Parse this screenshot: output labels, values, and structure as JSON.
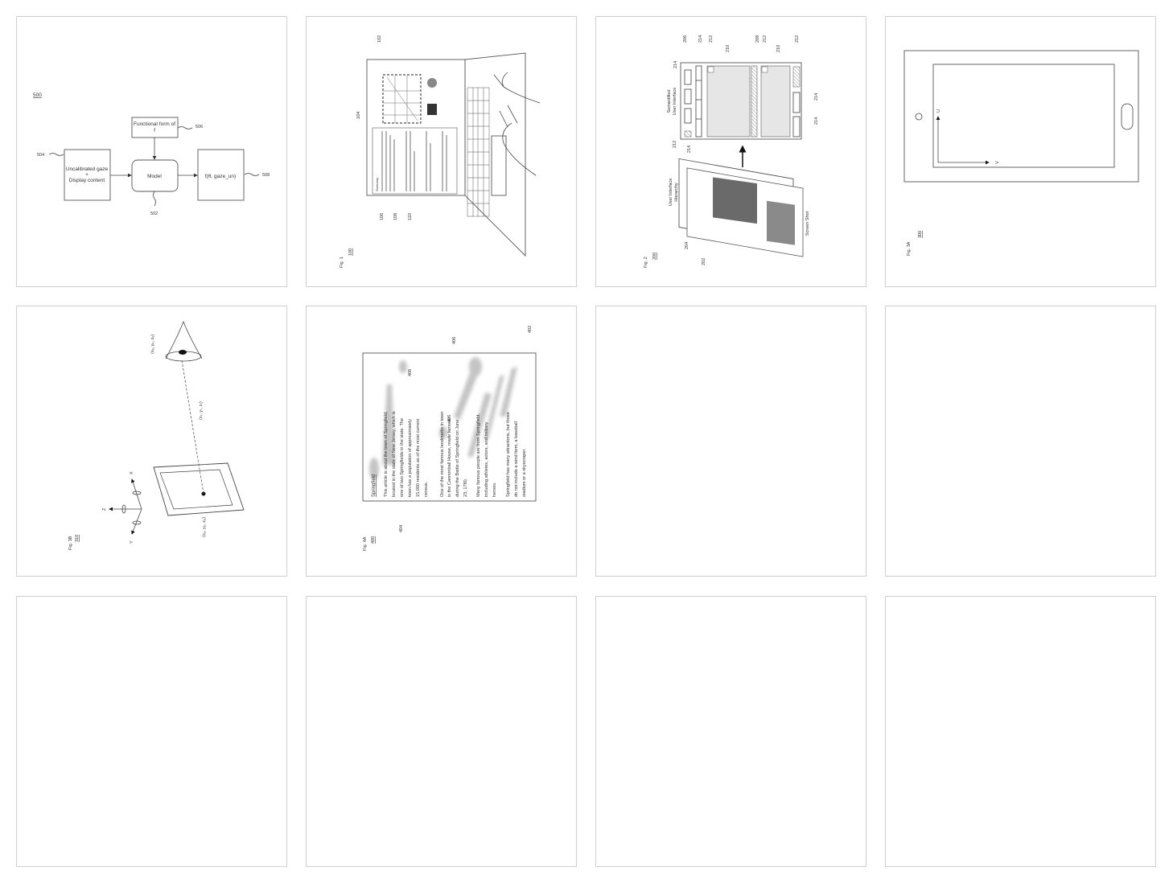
{
  "pages": [
    {
      "ref": "500",
      "boxes": {
        "functional": "Functional form of",
        "functional_2": "f",
        "input_1": "Uncalibrated gaze",
        "input_plus": "+",
        "input_2": "Display content",
        "model": "Model",
        "output": "f(θ, gaze_un)"
      },
      "labels": {
        "l504": "504",
        "l506": "506",
        "l508": "508",
        "l502": "502"
      }
    },
    {
      "fig": "Fig. 1",
      "ref": "100",
      "labels": {
        "l102": "102",
        "l104": "104",
        "l106": "106",
        "l108": "108",
        "l110": "110"
      },
      "screen_heading": "Summary"
    },
    {
      "fig": "Fig. 2",
      "ref": "200",
      "captions": {
        "semantified_1": "Semantified",
        "semantified_2": "User Interface",
        "hierarchy_1": "User Interface",
        "hierarchy_2": "Hierarchy",
        "screenshot": "Screen Shot"
      },
      "labels": {
        "l202": "202",
        "l204": "204",
        "l206": "206",
        "l208": "208",
        "l210a": "210",
        "l210b": "210",
        "l212a": "212",
        "l212b": "212",
        "l212c": "212",
        "l212d": "212",
        "l214a": "214",
        "l214b": "214",
        "l214c": "214",
        "l214d": "214",
        "l214e": "214"
      }
    },
    {
      "fig": "Fig. 3A",
      "ref": "300",
      "axes": {
        "u": "U",
        "v": "V"
      }
    },
    {
      "fig": "Fig. 3B",
      "ref": "310",
      "axes": {
        "x": "X",
        "y": "Y",
        "z": "Z"
      },
      "coords": {
        "eye": "(xₑ, yₑ, zₑ)",
        "target": "(xₜ, yₜ, zₜ)",
        "device": "(xₚ, yₚ, zₚ)"
      }
    },
    {
      "fig": "Fig. 4A",
      "ref": "400",
      "labels": {
        "l402": "402",
        "l404": "404",
        "l406a": "406",
        "l406b": "406",
        "l406c": "406"
      },
      "article": {
        "title": "Springfield",
        "lines": [
          "This article is about the town of Springfield,",
          "located in the state of New Jersey, which is",
          "one of two Springfields in the state.  The",
          "town has a population of approximately",
          "15,000 residents as of the most current",
          "census.",
          "One of the most famous landmarks in town",
          "is the Cannonball House, made famous",
          "during the Battle of Springfield on June",
          "23, 1780.",
          "Many famous people are from Springfield,",
          "including athletes, actors, and military",
          "heroes.",
          "Springfield has many attractions, but those",
          "do not include a wind farm, a baseball",
          "stadium or a skyscraper."
        ]
      }
    },
    {},
    {},
    {},
    {},
    {},
    {}
  ],
  "colors": {
    "border": "#cfcfcf",
    "line": "#444444",
    "heat": "#bdbdbd"
  }
}
